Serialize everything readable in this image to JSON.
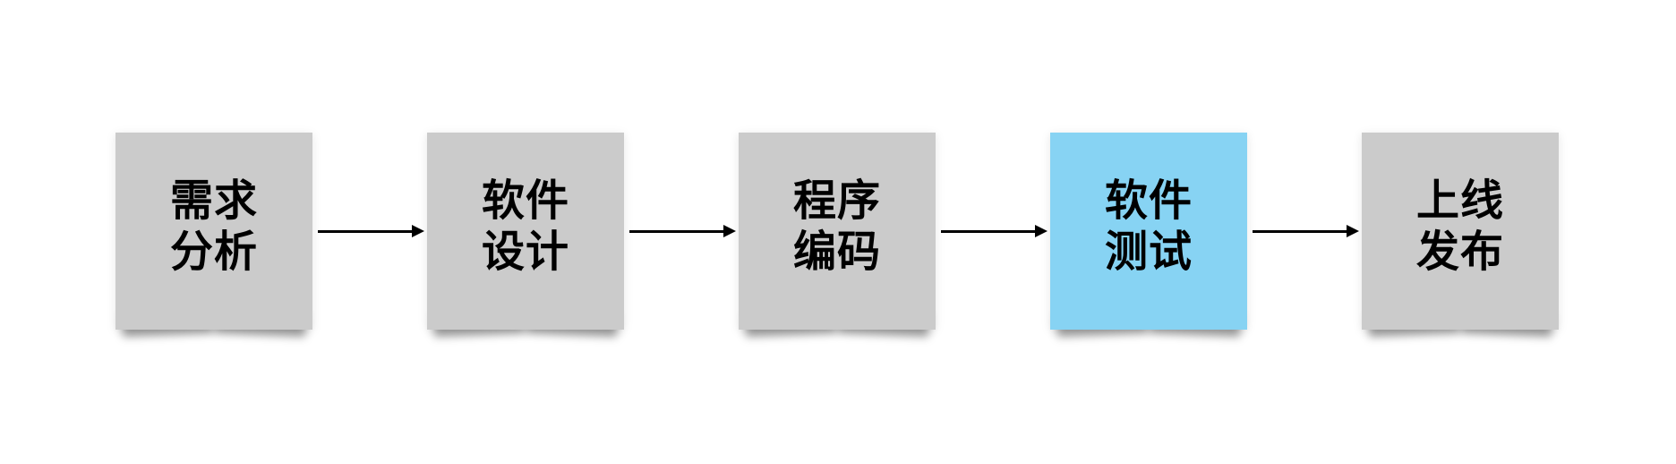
{
  "flowchart": {
    "steps": [
      {
        "id": "requirements-analysis",
        "label": "需求分析",
        "line1": "需求",
        "line2": "分析",
        "fill": "#cbcbcb",
        "highlighted": false
      },
      {
        "id": "software-design",
        "label": "软件设计",
        "line1": "软件",
        "line2": "设计",
        "fill": "#cbcbcb",
        "highlighted": false
      },
      {
        "id": "program-coding",
        "label": "程序编码",
        "line1": "程序",
        "line2": "编码",
        "fill": "#cbcbcb",
        "highlighted": false
      },
      {
        "id": "software-testing",
        "label": "软件测试",
        "line1": "软件",
        "line2": "测试",
        "fill": "#87d3f3",
        "highlighted": true
      },
      {
        "id": "launch-release",
        "label": "上线发布",
        "line1": "上线",
        "line2": "发布",
        "fill": "#cbcbcb",
        "highlighted": false
      }
    ],
    "connectors": [
      {
        "from": "requirements-analysis",
        "to": "software-design"
      },
      {
        "from": "software-design",
        "to": "program-coding"
      },
      {
        "from": "program-coding",
        "to": "software-testing"
      },
      {
        "from": "software-testing",
        "to": "launch-release"
      }
    ],
    "colors": {
      "node_default": "#cbcbcb",
      "node_highlight": "#87d3f3",
      "text": "#000000",
      "arrow": "#000000",
      "background": "#ffffff"
    }
  }
}
